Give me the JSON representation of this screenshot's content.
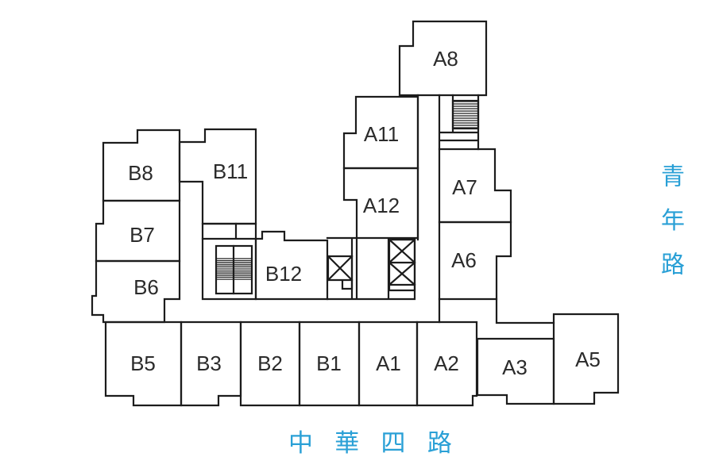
{
  "diagram": {
    "type": "building-floor-plate-site-plan"
  },
  "roads": {
    "right_vertical": "青年路",
    "bottom_horizontal": "中華四路"
  },
  "units": {
    "B8": {
      "label": "B8"
    },
    "B7": {
      "label": "B7"
    },
    "B6": {
      "label": "B6"
    },
    "B11": {
      "label": "B11"
    },
    "B12": {
      "label": "B12"
    },
    "B5": {
      "label": "B5"
    },
    "B3": {
      "label": "B3"
    },
    "B2": {
      "label": "B2"
    },
    "B1": {
      "label": "B1"
    },
    "A1": {
      "label": "A1"
    },
    "A2": {
      "label": "A2"
    },
    "A3": {
      "label": "A3"
    },
    "A5": {
      "label": "A5"
    },
    "A8": {
      "label": "A8"
    },
    "A11": {
      "label": "A11"
    },
    "A12": {
      "label": "A12"
    },
    "A7": {
      "label": "A7"
    },
    "A6": {
      "label": "A6"
    }
  },
  "icons": {
    "staircase": "hatched-stair-treads",
    "elevator": "crossed-box"
  },
  "colors": {
    "line": "#1c1c1c",
    "label": "#2b2b2b",
    "road_text": "#2aa0d6"
  }
}
